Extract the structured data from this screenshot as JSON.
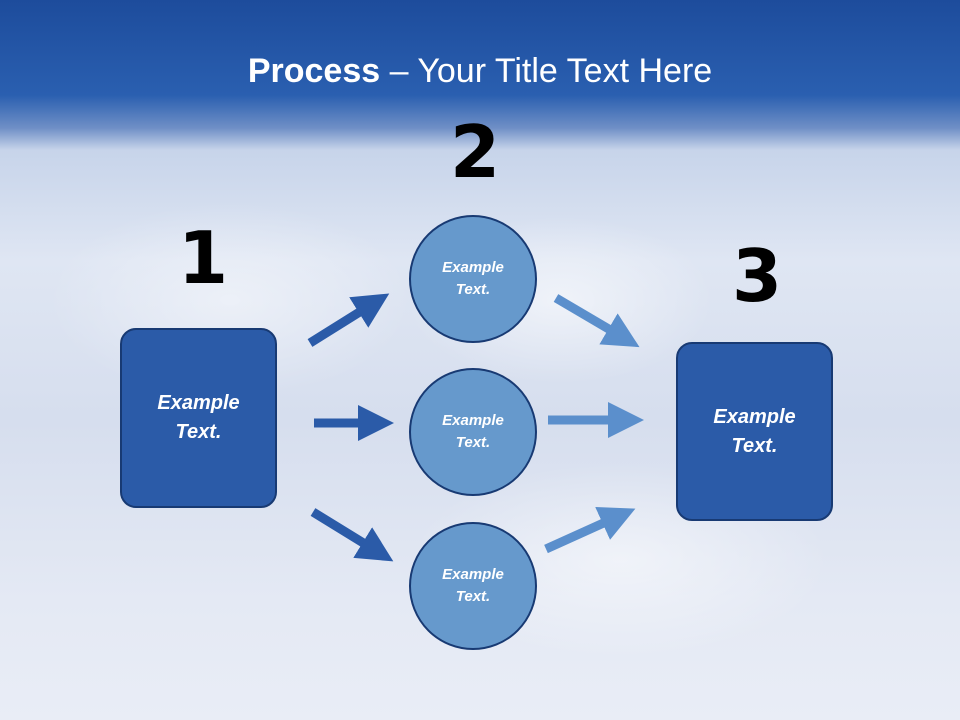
{
  "slide": {
    "title_bold": "Process",
    "title_rest": " – Your Title Text Here"
  },
  "steps": {
    "step1": {
      "number": "1",
      "text": "Example\nText."
    },
    "step2": {
      "number": "2",
      "circles": [
        "Example\nText.",
        "Example\nText.",
        "Example\nText."
      ]
    },
    "step3": {
      "number": "3",
      "text": "Example\nText."
    }
  },
  "colors": {
    "box_fill": "#2b5ba8",
    "circle_fill": "#6699cc",
    "arrow_dark": "#2b5ba8",
    "arrow_light": "#5b8fcc"
  }
}
